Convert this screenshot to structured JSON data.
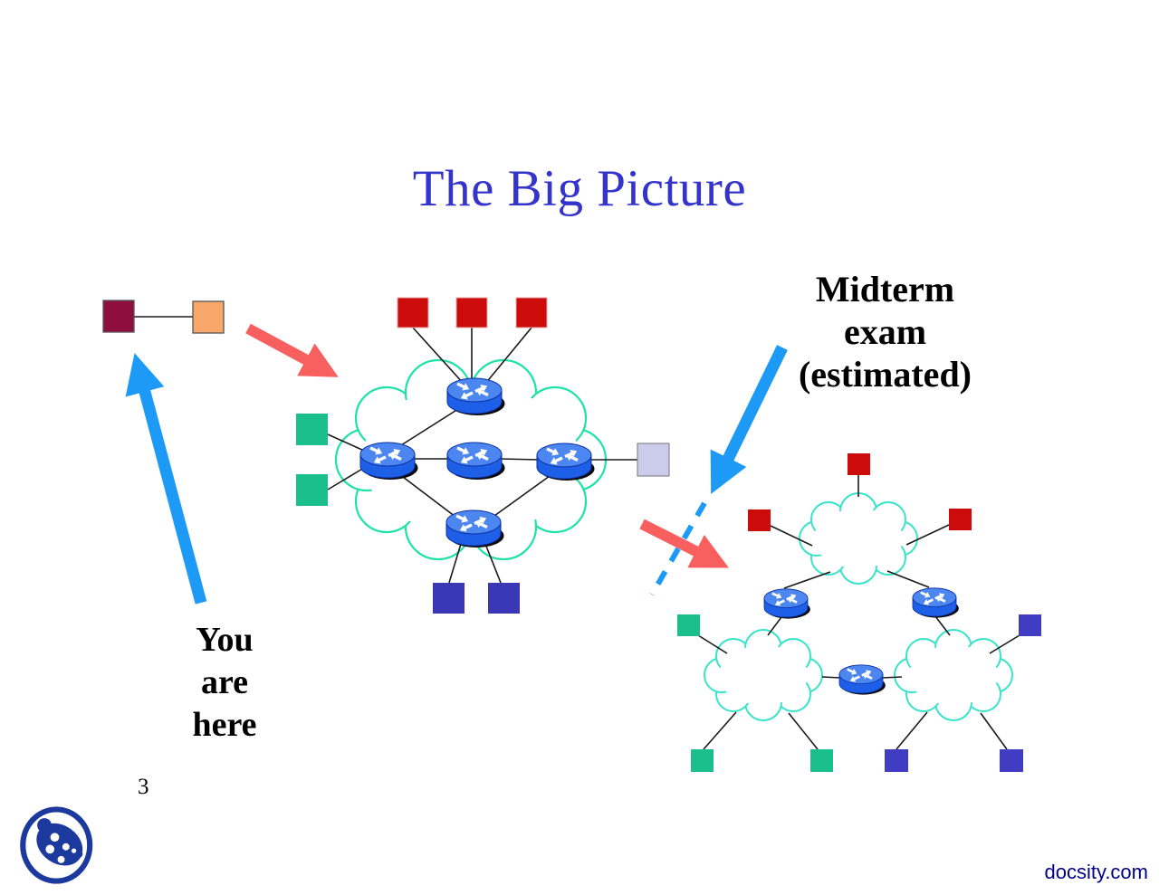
{
  "slide": {
    "title": "The Big Picture",
    "page_number": "3",
    "watermark": "docsity.com"
  },
  "annotations": {
    "you_are_here": {
      "lines": [
        "You",
        "are",
        "here"
      ]
    },
    "midterm": {
      "lines": [
        "Midterm",
        "exam",
        "(estimated)"
      ]
    }
  },
  "colors": {
    "title_text": "#3434CB",
    "annotation_text": "#000000",
    "watermark_text": "#00008B",
    "logo_navy": "#1C3A9E",
    "cloud_outline_central": "#1FE3A6",
    "cloud_outline_right": "#38E4C9",
    "router_body": "#1D5FE6",
    "router_top": "#4C86F0",
    "arrow_blue": "#1C9AF5",
    "arrow_red": "#F86060",
    "host_red": "#CC0B0B",
    "host_green": "#1BBF8C",
    "host_blue_central": "#3B38B8",
    "host_blue_right": "#413DC2",
    "host_maroon": "#8E0E3E",
    "host_orange": "#F9A86B",
    "host_lavender": "#CBCBEC",
    "link_line": "#1a1a1a"
  },
  "diagram": {
    "left_pair": {
      "hosts": [
        "maroon-host",
        "orange-host"
      ],
      "links": 1
    },
    "central_network": {
      "clouds": 1,
      "routers": 5,
      "hosts": {
        "red": 3,
        "green": 2,
        "blue": 2,
        "lavender": 1
      }
    },
    "right_network": {
      "clouds": 3,
      "routers": 3,
      "hosts": {
        "red": 3,
        "green": 3,
        "blue": 3
      }
    },
    "arrows": [
      "blue-up-arrow",
      "red-arrow-to-central-cloud",
      "blue-down-arrow-midterm",
      "red-arrow-to-right-network",
      "blue-dashed-divider"
    ]
  }
}
